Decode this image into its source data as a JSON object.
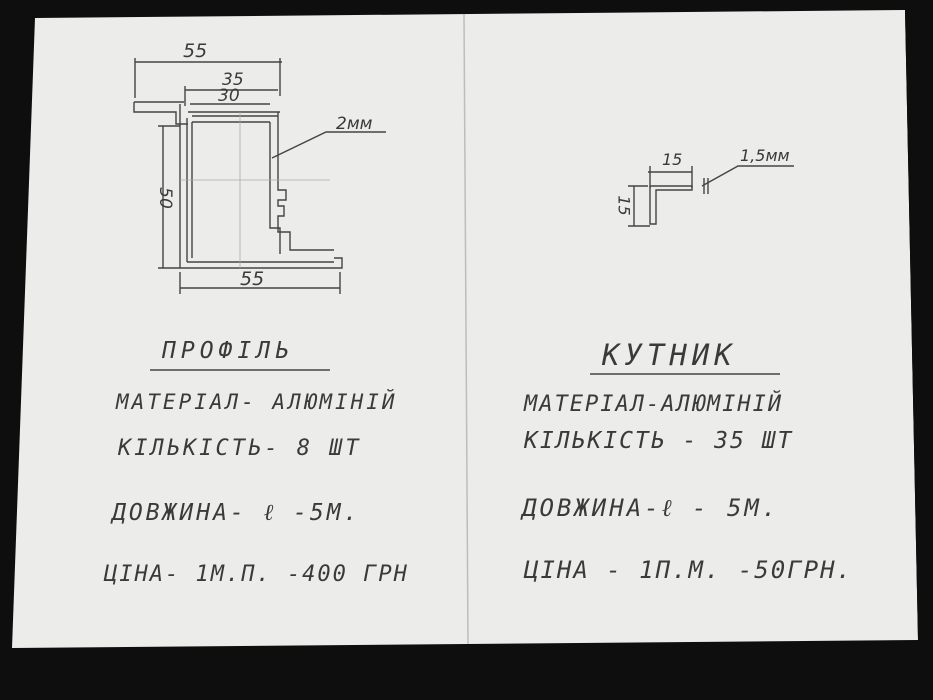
{
  "left_sheet": {
    "dim_top": "55",
    "dim_35": "35",
    "dim_30": "30",
    "dim_thickness": "2мм",
    "dim_height": "50",
    "dim_bottom": "55",
    "title": "ПРОФІЛЬ",
    "material": "МАТЕРІАЛ- АЛЮМІНІЙ",
    "quantity": "КІЛЬКІСТЬ- 8 ШТ",
    "length": "ДОВЖИНА- ℓ -5М.",
    "price": "ЦІНА- 1М.П. -400 ГРН"
  },
  "right_sheet": {
    "dim_width": "15",
    "dim_height": "15",
    "dim_thickness": "1,5мм",
    "title": "КУТНИК",
    "material": "МАТЕРІАЛ-АЛЮМІНІЙ",
    "quantity": "КІЛЬКІСТЬ - 35 ШТ",
    "length": "ДОВЖИНА-ℓ - 5М.",
    "price": "ЦІНА - 1П.М. -50ГРН."
  }
}
